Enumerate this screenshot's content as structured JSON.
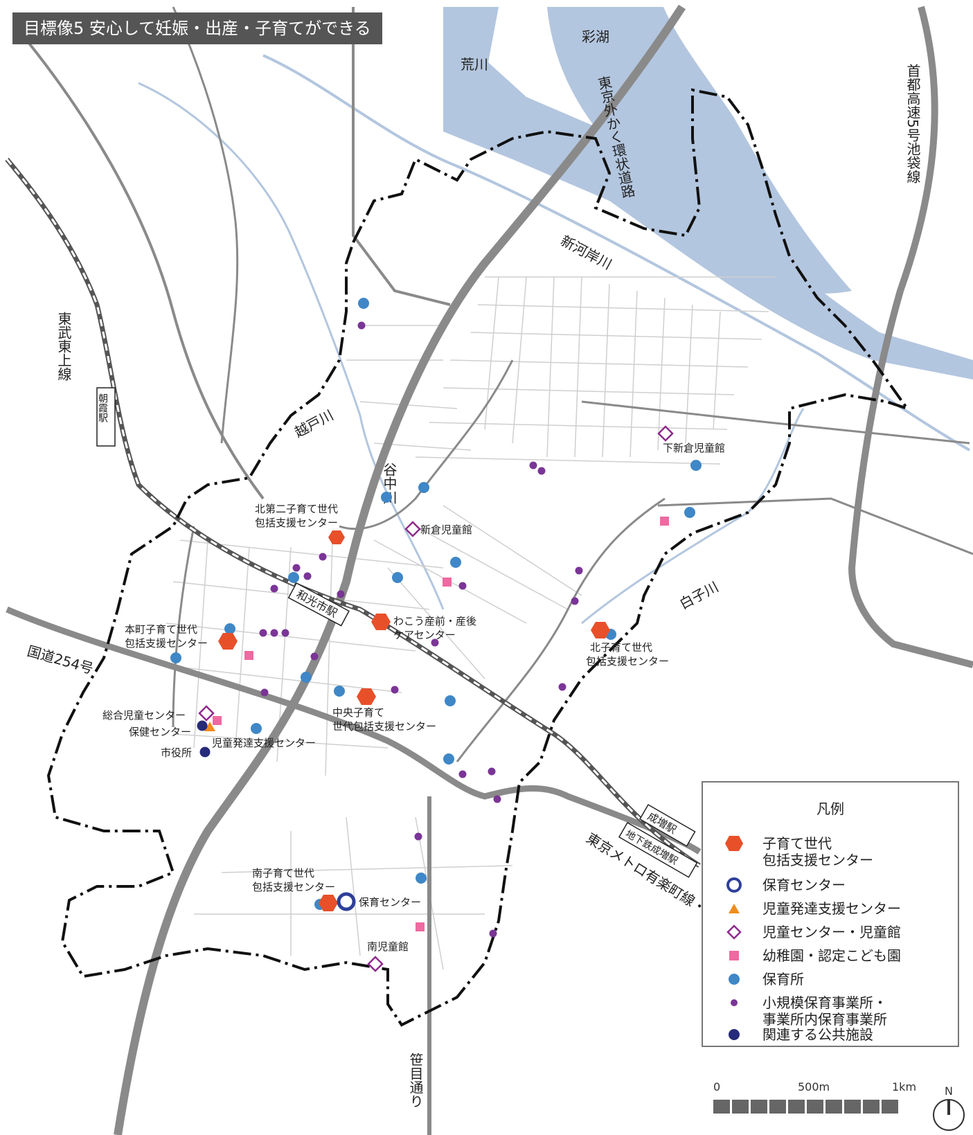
{
  "title": "目標像5 安心して妊娠・出産・子育てができる",
  "colors": {
    "water": "#b3c6df",
    "road_major": "#8a8a8a",
    "road_minor": "#c8c8c8",
    "boundary": "#111111",
    "support_center": "#e8502a",
    "hoiku_center": "#2e3f9a",
    "hattatsu": "#f08c1e",
    "jido_center": "#8e2a8c",
    "youchien": "#ee6aa0",
    "hoikusho": "#3f87c6",
    "small_hoiku": "#7a3596",
    "public": "#262a7a"
  },
  "labels": {
    "lake": "彩湖",
    "arakawa": "荒川",
    "gaikan": "東京外かく環状道路",
    "shuto": "首都高速5号池袋線",
    "shinkashi": "新河岸川",
    "tobu": "東武東上線",
    "asaka_st": "朝霞駅",
    "koshido": "越戸川",
    "yanaka": "谷中川",
    "wako_st": "和光市駅",
    "kokudo": "国道254号",
    "shirako": "白子川",
    "narimasu_st": "成増駅",
    "chika_narimasu": "地下鉄成増駅",
    "metro": "東京メトロ有楽町線・副都心線",
    "sasame": "笹目通り"
  },
  "facility_labels": {
    "shimoniikura": "下新倉児童館",
    "kita2_l1": "北第二子育て世代",
    "kita2_l2": "包括支援センター",
    "niikura": "新倉児童館",
    "honcho_l1": "本町子育て世代",
    "honcho_l2": "包括支援センター",
    "wakou_l1": "わこう産前・産後",
    "wakou_l2": "ケアセンター",
    "kita_l1": "北子育て世代",
    "kita_l2": "包括支援センター",
    "sogo": "総合児童センター",
    "hoken": "保健センター",
    "chuo_l1": "中央子育て",
    "chuo_l2": "世代包括支援センター",
    "hattatsu": "児童発達支援センター",
    "shiyakusho": "市役所",
    "minami_l1": "南子育て世代",
    "minami_l2": "包括支援センター",
    "hoiku_c": "保育センター",
    "minami_jido": "南児童館"
  },
  "legend": {
    "title": "凡例",
    "items": [
      {
        "name": "support",
        "label": "子育て世代\n包括支援センター"
      },
      {
        "name": "hoiku-center",
        "label": "保育センター"
      },
      {
        "name": "hattatsu",
        "label": "児童発達支援センター"
      },
      {
        "name": "jido",
        "label": "児童センター・児童館"
      },
      {
        "name": "youchien",
        "label": "幼稚園・認定こども園"
      },
      {
        "name": "hoikusho",
        "label": "保育所"
      },
      {
        "name": "small",
        "label": "小規模保育事業所・\n事業所内保育事業所"
      },
      {
        "name": "public",
        "label": "関連する公共施設"
      }
    ]
  },
  "scale": {
    "zero": "0",
    "mid": "500m",
    "end": "1km"
  },
  "north": "N"
}
